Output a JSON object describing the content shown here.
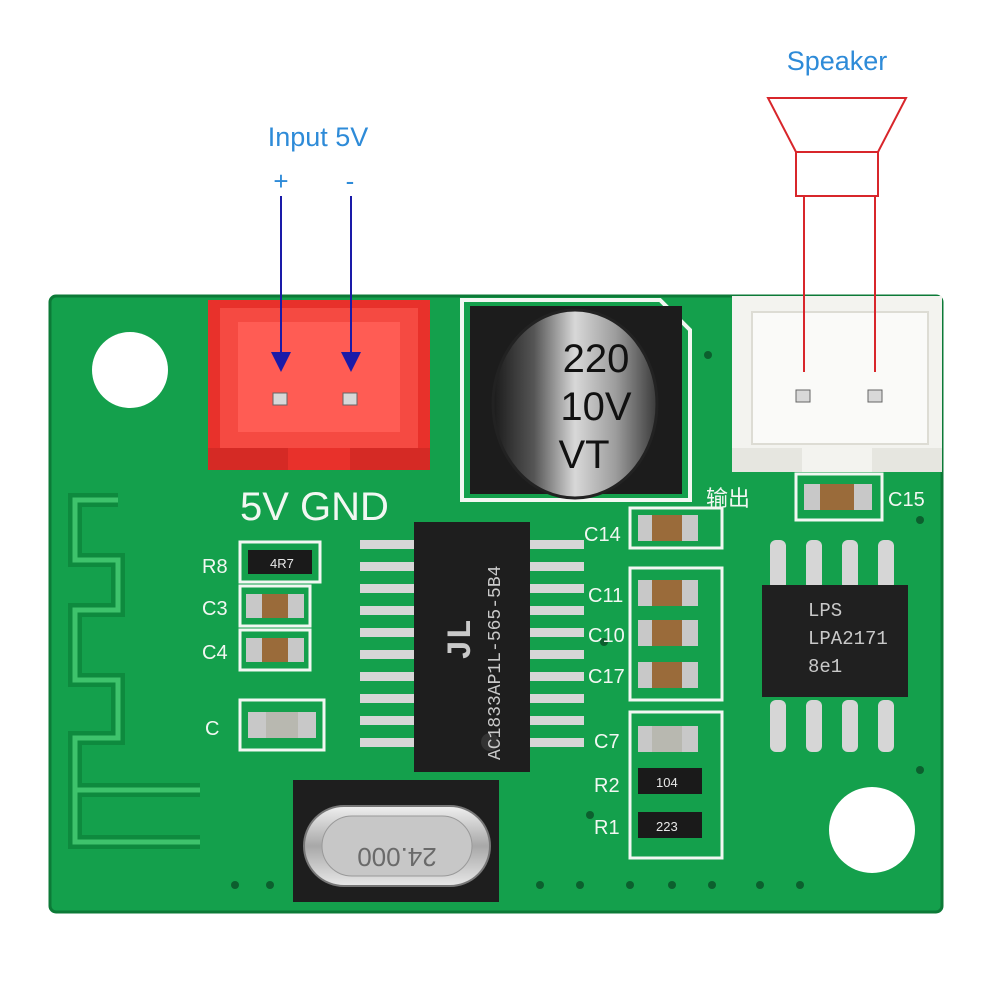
{
  "annotations": {
    "input_label": "Input 5V",
    "plus_sign": "+",
    "minus_sign": "-",
    "speaker_label": "Speaker"
  },
  "silkscreen": {
    "power_pins": "5V GND",
    "r8": "R8",
    "c3": "C3",
    "c4": "C4",
    "c_left": "C",
    "c14": "C14",
    "c11": "C11",
    "c10": "C10",
    "c17": "C17",
    "c7": "C7",
    "r2": "R2",
    "r1": "R1",
    "c15": "C15",
    "output_mark": "输出"
  },
  "components": {
    "capacitor_value": "220",
    "capacitor_voltage": "10V",
    "capacitor_series": "VT",
    "resistor_r8": "4R7",
    "resistor_r2": "104",
    "resistor_r1": "223",
    "main_chip_line1": "AC1833AP1L-565-5B4",
    "main_chip_logo": "JL",
    "amp_chip_line1": "LPS",
    "amp_chip_line2": "LPA2171",
    "amp_chip_line3": "8e1",
    "crystal": "24.000"
  },
  "colors": {
    "pcb_green": "#14a04c",
    "annotation_blue": "#2e8bd8",
    "wire_red": "#d8262b",
    "arrow_blue": "#1a1aa8",
    "connector_red": "#f23a33",
    "connector_white": "#f3f3ef"
  }
}
